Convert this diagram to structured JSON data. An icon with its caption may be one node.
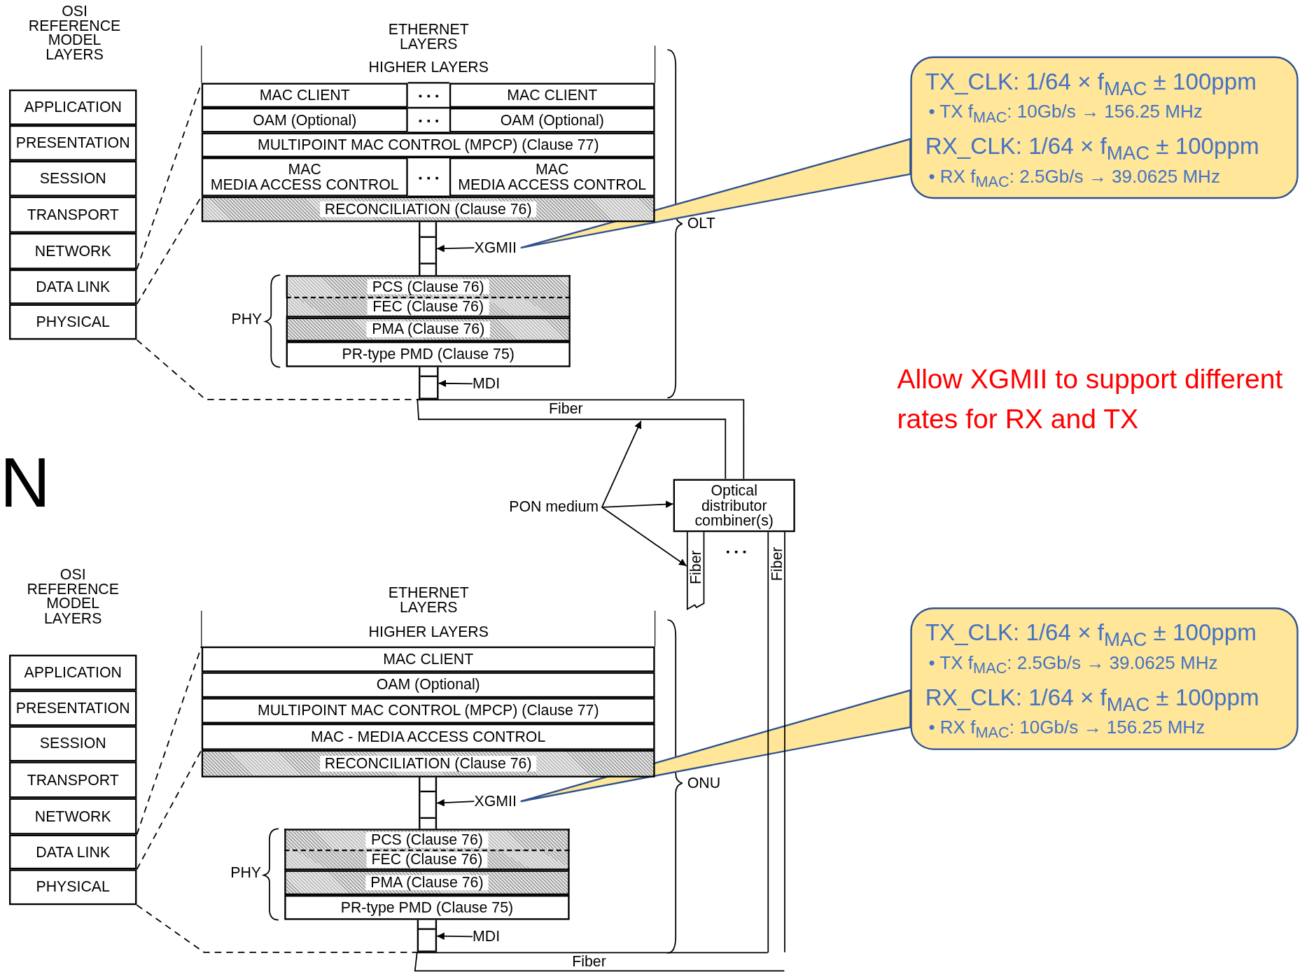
{
  "diagram": {
    "nodes": [
      {
        "text": [
          "APPLICATION"
        ]
      },
      {
        "text": [
          "PRESENTATION"
        ]
      },
      {
        "text": [
          "SESSION"
        ]
      },
      {
        "text": [
          "TRANSPORT"
        ]
      },
      {
        "text": [
          "NETWORK"
        ]
      },
      {
        "text": [
          "DATA LINK"
        ]
      },
      {
        "text": [
          "PHYSICAL"
        ]
      },
      {
        "text": [
          "MAC CLIENT"
        ]
      },
      {
        "text": [
          "MAC CLIENT"
        ]
      },
      {
        "text": [
          "OAM (Optional)"
        ]
      },
      {
        "text": [
          "OAM (Optional)"
        ]
      },
      {
        "text": [
          "MULTIPOINT MAC CONTROL (MPCP) (Clause 77)"
        ]
      },
      {
        "text": [
          "MAC",
          "MEDIA ACCESS CONTROL"
        ]
      },
      {
        "text": [
          "MAC",
          "MEDIA ACCESS CONTROL"
        ]
      },
      {
        "text": [
          "RECONCILIATION (Clause 76)"
        ]
      },
      {
        "text": [],
        "shape": "box"
      },
      {
        "text": [
          "PCS (Clause 76)"
        ]
      },
      {
        "text": [
          "FEC (Clause 76)"
        ]
      },
      {
        "text": [
          "PMA (Clause 76)"
        ]
      },
      {
        "text": [
          "PR-type PMD (Clause 75)"
        ]
      },
      {
        "text": [],
        "shape": "box"
      },
      {
        "text": [
          "XGMII"
        ]
      },
      {
        "text": [
          "MDI"
        ]
      },
      {
        "text": [
          "Fiber"
        ]
      },
      {
        "text": [
          "Optical distributor combiner(s)"
        ]
      },
      {
        "text": [
          "PON medium"
        ]
      },
      {
        "text": [
          "Fiber"
        ]
      },
      {
        "text": [
          "Fiber"
        ]
      },
      {
        "text": [
          "TX_CLK: 1/64 × f$_{MAC}$ ± 100ppm",
          "• TX f$_{MAC}$: 10Gb/s → 156.25 MHz",
          "RX_CLK: 1/64 × f$_{MAC}$ ± 100ppm",
          "• RX f$_{MAC}$: 2.5Gb/s → 39.0625 MHz"
        ]
      },
      {
        "text": [
          "APPLICATION"
        ]
      },
      {
        "text": [
          "PRESENTATION"
        ]
      },
      {
        "text": [
          "SESSION"
        ]
      },
      {
        "text": [
          "TRANSPORT"
        ]
      },
      {
        "text": [
          "NETWORK"
        ]
      },
      {
        "text": [
          "DATA LINK"
        ]
      },
      {
        "text": [
          "PHYSICAL"
        ]
      },
      {
        "text": [
          "MAC CLIENT"
        ]
      },
      {
        "text": [
          "OAM (Optional)"
        ]
      },
      {
        "text": [
          "MULTIPOINT MAC CONTROL (MPCP) (Clause 77)"
        ]
      },
      {
        "text": [
          "MAC - MEDIA ACCESS CONTROL"
        ]
      },
      {
        "text": [
          "RECONCILIATION (Clause 76)"
        ]
      },
      {
        "text": [],
        "shape": "box"
      },
      {
        "text": [
          "PCS (Clause 76)"
        ]
      },
      {
        "text": [
          "FEC (Clause 76)"
        ]
      },
      {
        "text": [
          "PMA (Clause 76)"
        ]
      },
      {
        "text": [
          "PR-type PMD (Clause 75)"
        ]
      },
      {
        "text": [],
        "shape": "box"
      },
      {
        "text": [
          "XGMII"
        ]
      },
      {
        "text": [
          "MDI"
        ]
      },
      {
        "text": [
          "TX_CLK: 1/64 × f$_{MAC}$ ± 100ppm",
          "• TX f$_{MAC}$: 2.5Gb/s → 39.0625 MHz",
          "RX_CLK: 1/64 × f$_{MAC}$ ± 100ppm",
          "• RX f$_{MAC}$: 10Gb/s → 156.25 MHz"
        ]
      },
      {
        "text": [
          "Fiber"
        ]
      }
    ],
    "edges": [
      {
        "from": 5,
        "to": 7,
        "arrow": "none",
        "style": "dashed"
      },
      {
        "from": 6,
        "to": 14,
        "arrow": "none",
        "style": "dashed"
      },
      {
        "from": 6,
        "to": 20,
        "arrow": "none",
        "style": "dashed"
      },
      {
        "from": 21,
        "to": 15,
        "arrow": "to"
      },
      {
        "from": 22,
        "to": 20,
        "arrow": "to"
      },
      {
        "from": 28,
        "to": 21,
        "arrow": "none",
        "color": "#2f528f"
      },
      {
        "from": 25,
        "to": 23,
        "arrow": "to"
      },
      {
        "from": 25,
        "to": 24,
        "arrow": "to"
      },
      {
        "from": 25,
        "to": 26,
        "arrow": "to"
      },
      {
        "from": 34,
        "to": 36,
        "arrow": "none",
        "style": "dashed"
      },
      {
        "from": 35,
        "to": 40,
        "arrow": "none",
        "style": "dashed"
      },
      {
        "from": 35,
        "to": 46,
        "arrow": "none",
        "style": "dashed"
      },
      {
        "from": 47,
        "to": 41,
        "arrow": "to"
      },
      {
        "from": 48,
        "to": 46,
        "arrow": "to"
      },
      {
        "from": 49,
        "to": 47,
        "arrow": "none",
        "color": "#2f528f"
      }
    ],
    "labels": [
      "OSI REFERENCE MODEL LAYERS",
      "ETHERNET LAYERS",
      "HIGHER LAYERS",
      "OLT",
      "PHY",
      "N",
      "Allow XGMII to support different rates for RX and TX",
      "OSI REFERENCE MODEL LAYERS",
      "ETHERNET LAYERS",
      "HIGHER LAYERS",
      "ONU",
      "PHY"
    ]
  }
}
